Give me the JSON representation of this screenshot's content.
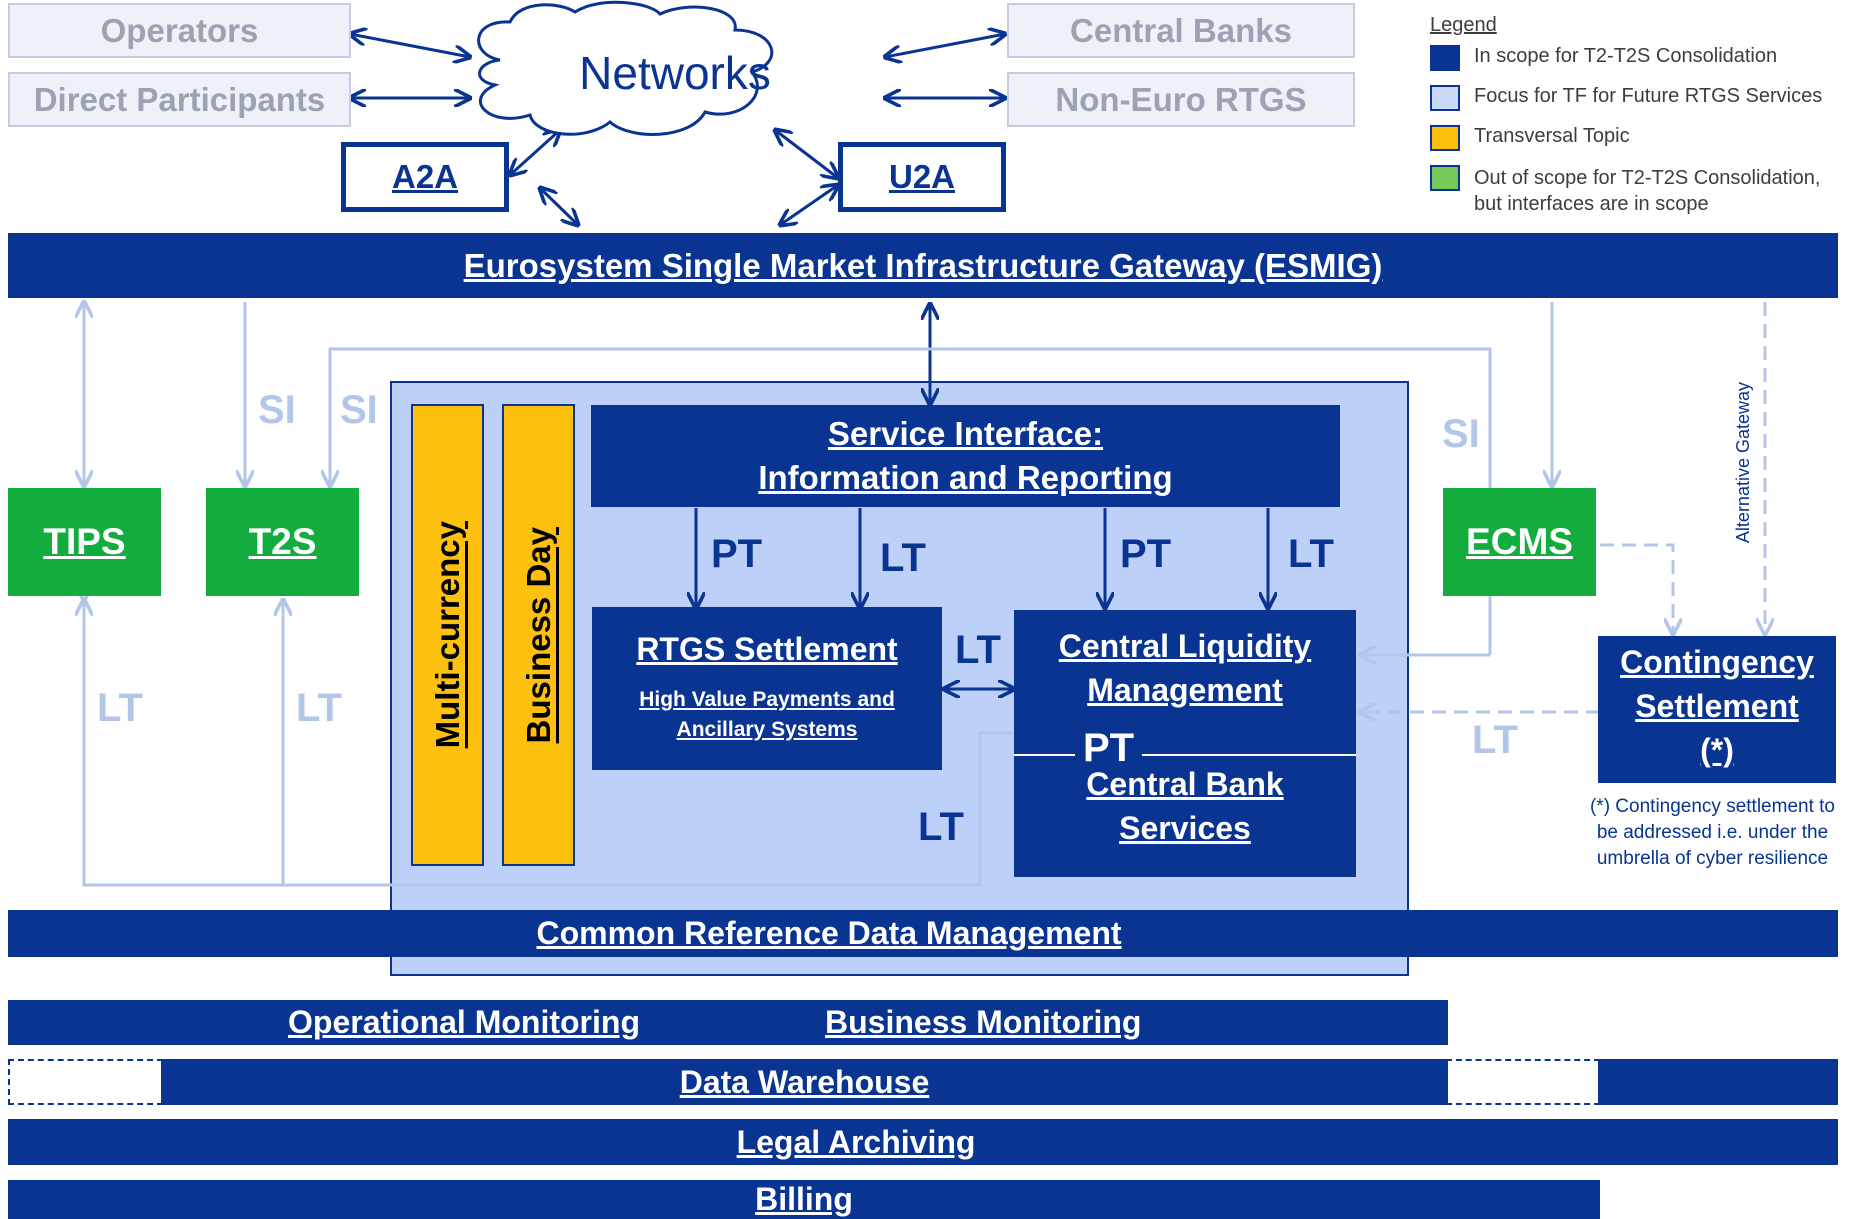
{
  "top": {
    "operators": "Operators",
    "direct_participants": "Direct Participants",
    "central_banks": "Central Banks",
    "non_euro_rtgs": "Non-Euro RTGS",
    "networks": "Networks",
    "a2a": "A2A",
    "u2a": "U2A"
  },
  "legend": {
    "title": "Legend",
    "items": [
      {
        "label": "In scope for T2-T2S Consolidation",
        "color": "#0a3491"
      },
      {
        "label": "Focus for TF for Future RTGS Services",
        "color": "#c9d9f7"
      },
      {
        "label": "Transversal Topic",
        "color": "#fdc00f"
      },
      {
        "label": "Out of scope for T2-T2S Consolidation, but interfaces are in scope",
        "color": "#77c957"
      }
    ]
  },
  "esmig": "Eurosystem Single Market Infrastructure Gateway (ESMIG)",
  "services": {
    "tips": "TIPS",
    "t2s": "T2S",
    "ecms": "ECMS",
    "multi_currency": "Multi-currency",
    "business_day": "Business Day",
    "service_interface_line1": "Service Interface:",
    "service_interface_line2": "Information and Reporting",
    "rtgs_title": "RTGS Settlement",
    "rtgs_sub_line1": "High Value Payments and",
    "rtgs_sub_line2": "Ancillary Systems",
    "clm_line1": "Central Liquidity",
    "clm_line2": "Management",
    "cbs_line1": "Central Bank",
    "cbs_line2": "Services",
    "contingency_line1": "Contingency",
    "contingency_line2": "Settlement",
    "contingency_line3": "(*)",
    "contingency_note_line1": "(*) Contingency settlement to",
    "contingency_note_line2": "be addressed i.e. under the",
    "contingency_note_line3": "umbrella of cyber resilience",
    "alternative_gateway": "Alternative Gateway"
  },
  "labels": {
    "si": "SI",
    "pt": "PT",
    "lt": "LT"
  },
  "bars": {
    "crdm": "Common Reference Data Management",
    "operational_monitoring": "Operational Monitoring",
    "business_monitoring": "Business Monitoring",
    "data_warehouse": "Data Warehouse",
    "legal_archiving": "Legal Archiving",
    "billing": "Billing"
  },
  "colors": {
    "navy": "#0a3491",
    "focus_fill": "#bcd0f8",
    "pale_arrow": "#b4c6e7",
    "gold": "#fdc00f",
    "green": "#13ad3f"
  }
}
